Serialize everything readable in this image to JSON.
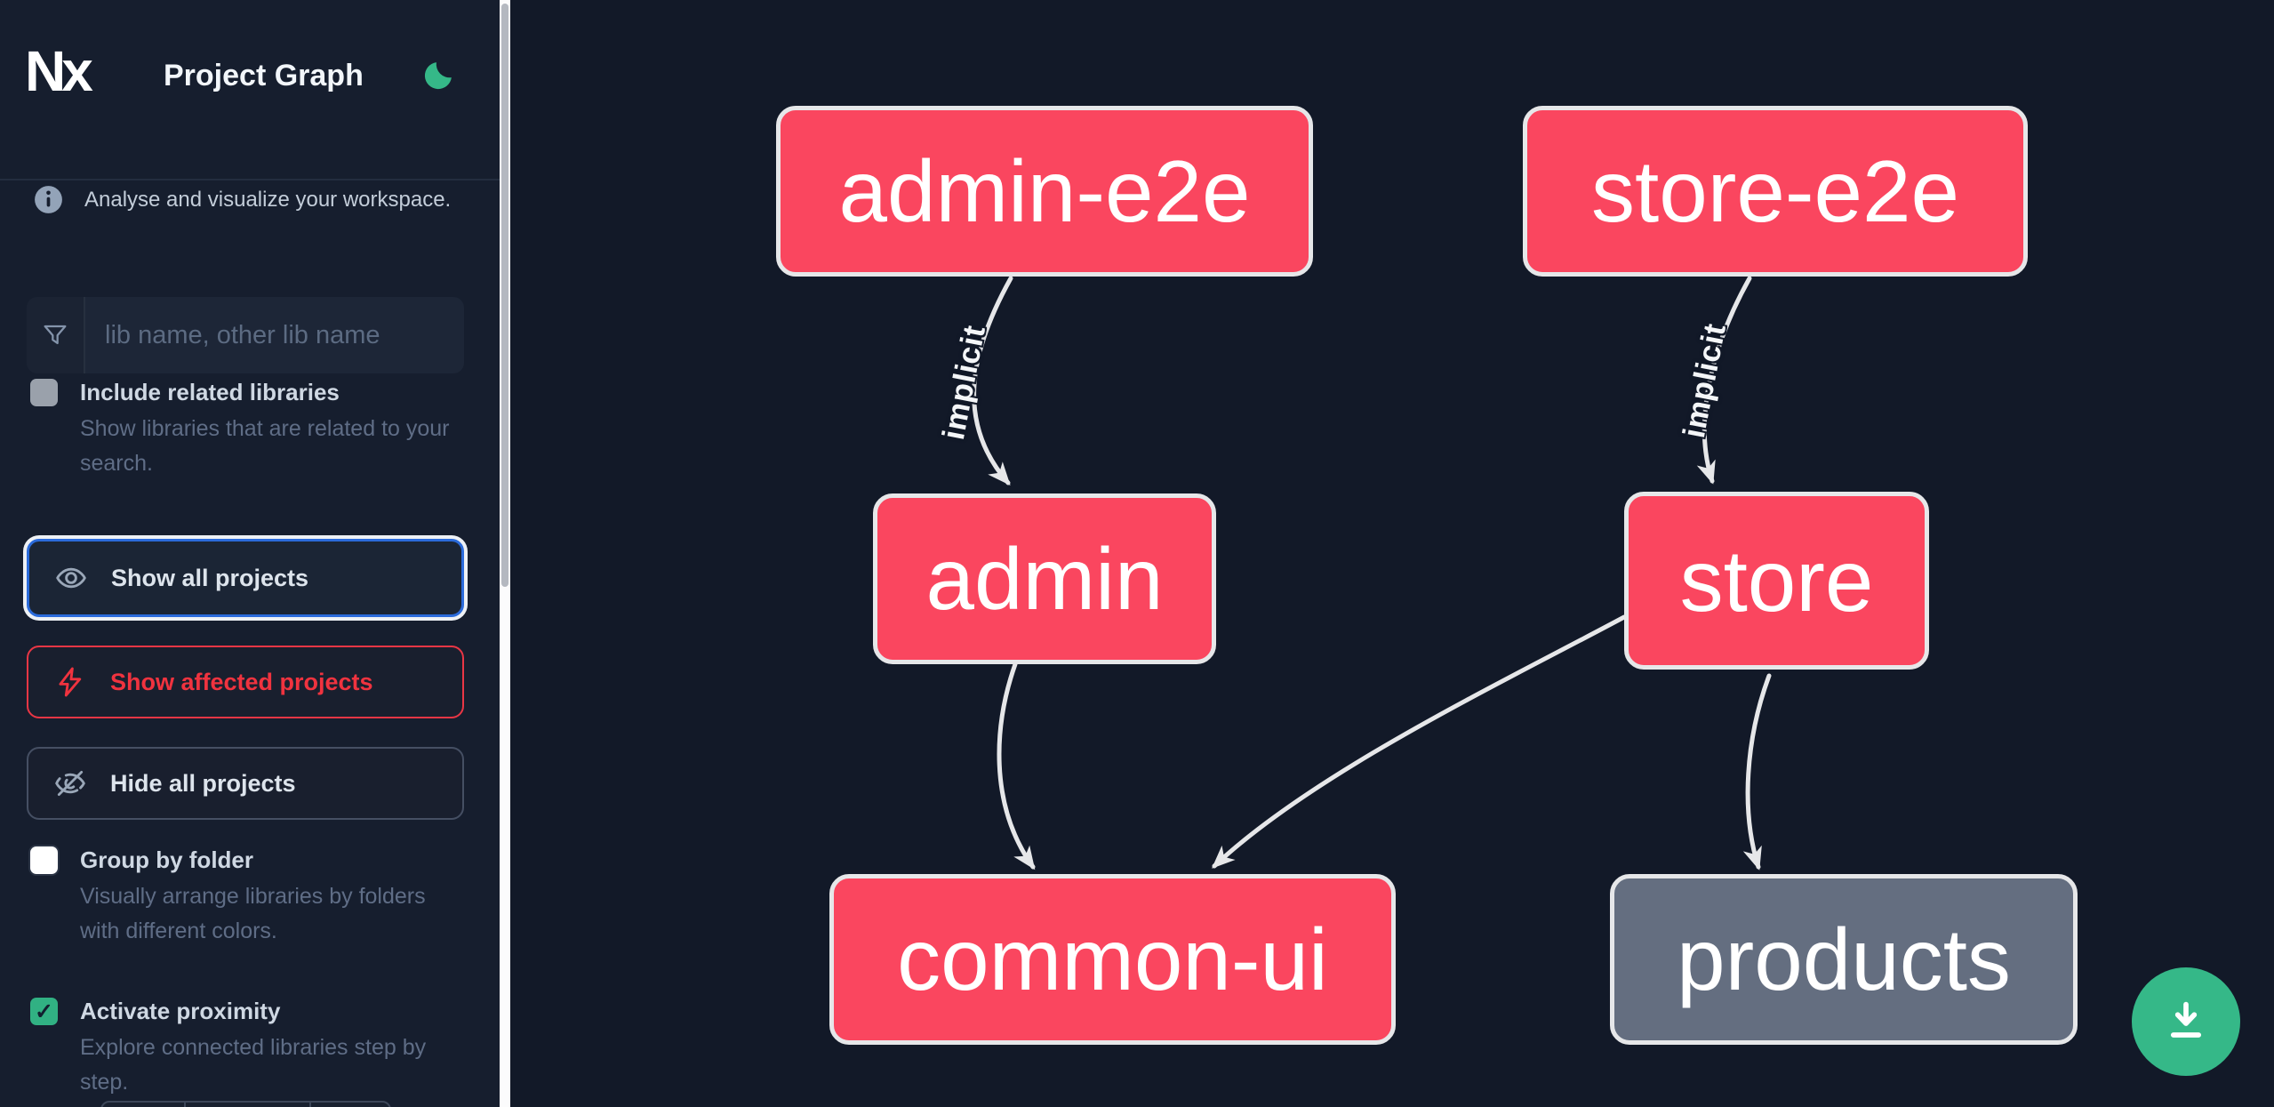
{
  "header": {
    "app": "Nx",
    "title": "Project Graph"
  },
  "sidebar": {
    "info_text": "Analyse and visualize your workspace.",
    "search": {
      "placeholder": "lib name, other lib name"
    },
    "check_glyph": "✓",
    "options": [
      {
        "label": "Include related libraries",
        "description": "Show libraries that are related to your search.",
        "checked": false,
        "disabled": true
      },
      {
        "label": "Group by folder",
        "description": "Visually arrange libraries by folders with different colors.",
        "checked": false,
        "disabled": false
      },
      {
        "label": "Activate proximity",
        "description": "Explore connected libraries step by step.",
        "checked": true,
        "disabled": false
      }
    ],
    "buttons": [
      {
        "label": "Show all projects",
        "icon": "eye-icon",
        "state": "focused"
      },
      {
        "label": "Show affected projects",
        "icon": "bolt-icon",
        "state": "affected"
      },
      {
        "label": "Hide all projects",
        "icon": "eye-off-icon",
        "state": "default"
      }
    ]
  },
  "graph": {
    "nodes": [
      {
        "id": "admin-e2e",
        "label": "admin-e2e",
        "type": "affected"
      },
      {
        "id": "store-e2e",
        "label": "store-e2e",
        "type": "affected"
      },
      {
        "id": "admin",
        "label": "admin",
        "type": "affected"
      },
      {
        "id": "store",
        "label": "store",
        "type": "affected"
      },
      {
        "id": "common-ui",
        "label": "common-ui",
        "type": "affected"
      },
      {
        "id": "products",
        "label": "products",
        "type": "normal"
      }
    ],
    "edges": [
      {
        "from": "admin-e2e",
        "to": "admin",
        "label": "implicit"
      },
      {
        "from": "store-e2e",
        "to": "store",
        "label": "implicit"
      },
      {
        "from": "admin",
        "to": "common-ui",
        "label": ""
      },
      {
        "from": "store",
        "to": "common-ui",
        "label": ""
      },
      {
        "from": "store",
        "to": "products",
        "label": ""
      }
    ],
    "colors": {
      "affected_node": "#fa465f",
      "normal_node": "#646e80",
      "edge": "#e6e7e9",
      "accent_green": "#35b888",
      "focus_blue": "#2b6bdb",
      "affected_red": "#f0333f"
    }
  },
  "fab": {
    "icon": "download-icon"
  }
}
